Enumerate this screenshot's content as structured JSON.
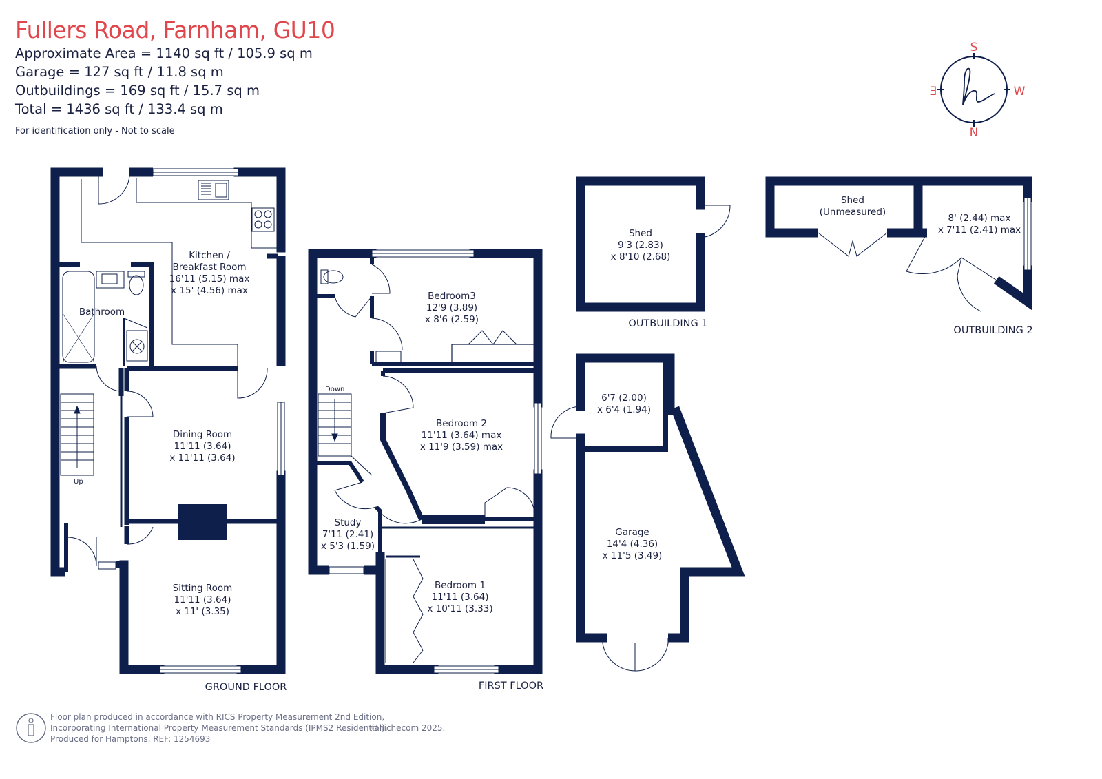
{
  "header": {
    "title": "Fullers Road, Farnham, GU10",
    "lines": [
      "Approximate Area = 1140 sq ft / 105.9 sq m",
      "Garage = 127 sq ft / 11.8 sq m",
      "Outbuildings = 169 sq ft / 15.7 sq m",
      "Total = 1436 sq ft / 133.4 sq m"
    ],
    "note": "For identification only - Not to scale"
  },
  "compass": {
    "top": "S",
    "right": "W",
    "bottom": "N",
    "left": "E"
  },
  "colors": {
    "wall": "#0f1f4b",
    "accent": "#e0474c",
    "text": "#1b2140"
  },
  "ground_floor": {
    "label": "GROUND FLOOR",
    "kitchen": [
      "Kitchen /",
      "Breakfast Room",
      "16'11 (5.15) max",
      "x 15' (4.56) max"
    ],
    "bathroom": [
      "Bathroom"
    ],
    "dining": [
      "Dining Room",
      "11'11 (3.64)",
      "x 11'11 (3.64)"
    ],
    "sitting": [
      "Sitting Room",
      "11'11 (3.64)",
      "x 11' (3.35)"
    ],
    "stair": "Up"
  },
  "first_floor": {
    "label": "FIRST FLOOR",
    "bedroom3": [
      "Bedroom3",
      "12'9 (3.89)",
      "x 8'6 (2.59)"
    ],
    "bedroom2": [
      "Bedroom 2",
      "11'11 (3.64) max",
      "x 11'9 (3.59) max"
    ],
    "study": [
      "Study",
      "7'11 (2.41)",
      "x 5'3 (1.59)"
    ],
    "bedroom1": [
      "Bedroom 1",
      "11'11 (3.64)",
      "x 10'11 (3.33)"
    ],
    "stair": "Down"
  },
  "outbuilding1": {
    "label": "OUTBUILDING 1",
    "shed": [
      "Shed",
      "9'3 (2.83)",
      "x 8'10 (2.68)"
    ]
  },
  "outbuilding2": {
    "label": "OUTBUILDING 2",
    "shed": [
      "Shed",
      "(Unmeasured)"
    ],
    "store": [
      "8' (2.44) max",
      "x 7'11 (2.41) max"
    ]
  },
  "garage": {
    "store": [
      "6'7 (2.00)",
      "x 6'4 (1.94)"
    ],
    "main": [
      "Garage",
      "14'4 (4.36)",
      "x 11'5 (3.49)"
    ]
  },
  "footer": {
    "lines": [
      "Floor plan produced in accordance with RICS Property Measurement 2nd Edition,",
      "Incorporating International Property Measurement Standards (IPMS2 Residential).",
      "Produced for Hamptons.   REF:  1254693"
    ],
    "copyright": "©nichecom 2025."
  }
}
